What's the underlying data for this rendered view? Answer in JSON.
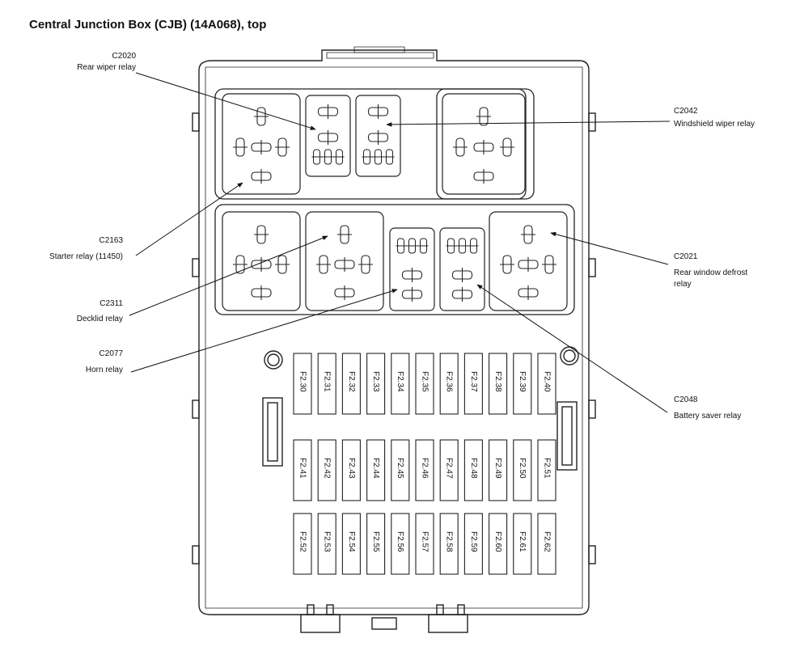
{
  "title": "Central Junction Box (CJB) (14A068), top",
  "callouts": [
    {
      "id": "c2020",
      "code": "C2020",
      "name": "Rear wiper relay"
    },
    {
      "id": "c2042",
      "code": "C2042",
      "name": "Windshield wiper relay"
    },
    {
      "id": "c2163",
      "code": "C2163",
      "name": "Starter relay (11450)"
    },
    {
      "id": "c2021",
      "code": "C2021",
      "name_lines": [
        "Rear window defrost",
        "relay"
      ]
    },
    {
      "id": "c2311",
      "code": "C2311",
      "name": "Decklid relay"
    },
    {
      "id": "c2077",
      "code": "C2077",
      "name": "Horn relay"
    },
    {
      "id": "c2048",
      "code": "C2048",
      "name": "Battery saver relay"
    }
  ],
  "fuse_rows": [
    [
      "F2.30",
      "F2.31",
      "F2.32",
      "F2.33",
      "F2.34",
      "F2.35",
      "F2.36",
      "F2.37",
      "F2.38",
      "F2.39",
      "F2.40"
    ],
    [
      "F2.41",
      "F2.42",
      "F2.43",
      "F2.44",
      "F2.45",
      "F2.46",
      "F2.47",
      "F2.48",
      "F2.49",
      "F2.50",
      "F2.51"
    ],
    [
      "F2.52",
      "F2.53",
      "F2.54",
      "F2.55",
      "F2.56",
      "F2.57",
      "F2.58",
      "F2.59",
      "F2.60",
      "F2.61",
      "F2.62"
    ]
  ]
}
